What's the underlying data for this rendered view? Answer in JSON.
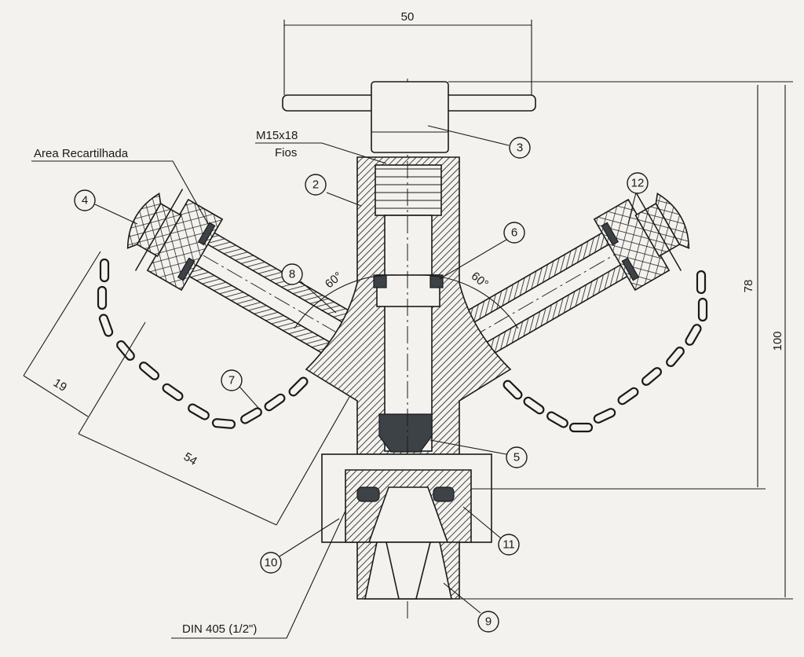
{
  "dimensions": {
    "width_top": "50",
    "height_78": "78",
    "height_100": "100",
    "branch_19": "19",
    "branch_54": "54",
    "angle_left": "60°",
    "angle_right": "60°"
  },
  "annotations": {
    "thread": "M15x18",
    "thread_sub": "Fios",
    "knurled_area": "Area Recartilhada",
    "din": "DIN 405 (1/2\")"
  },
  "callouts": [
    "2",
    "3",
    "4",
    "5",
    "6",
    "7",
    "8",
    "9",
    "10",
    "11",
    "12"
  ],
  "colors": {
    "background": "#f3f2ee",
    "ink": "#1a1a1a",
    "gasket": "#3d4247"
  }
}
